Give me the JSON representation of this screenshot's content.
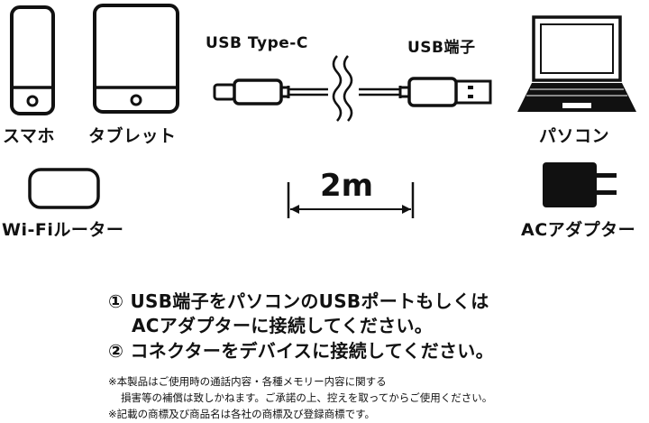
{
  "devices": {
    "smartphone": "スマホ",
    "tablet": "タブレット",
    "router": "Wi-Fiルーター",
    "pc": "パソコン",
    "ac_adapter": "ACアダプター"
  },
  "cable": {
    "left_connector": "USB Type-C",
    "right_connector": "USB端子",
    "length": "2m"
  },
  "steps": {
    "line1": "① USB端子をパソコンのUSBポートもしくは",
    "line2": "ACアダプターに接続してください。",
    "line3": "② コネクターをデバイスに接続してください。"
  },
  "notes": {
    "line1": "※本製品はご使用時の通話内容・各種メモリー内容に関する",
    "line2": "損害等の補償は致しかねます。ご承諾の上、控えを取ってからご使用ください。",
    "line3": "※記載の商標及び商品名は各社の商標及び登録商標です。"
  },
  "icons": [
    "smartphone-icon",
    "tablet-icon",
    "router-icon",
    "laptop-icon",
    "ac-adapter-icon",
    "usb-c-connector-icon",
    "usb-a-connector-icon"
  ]
}
